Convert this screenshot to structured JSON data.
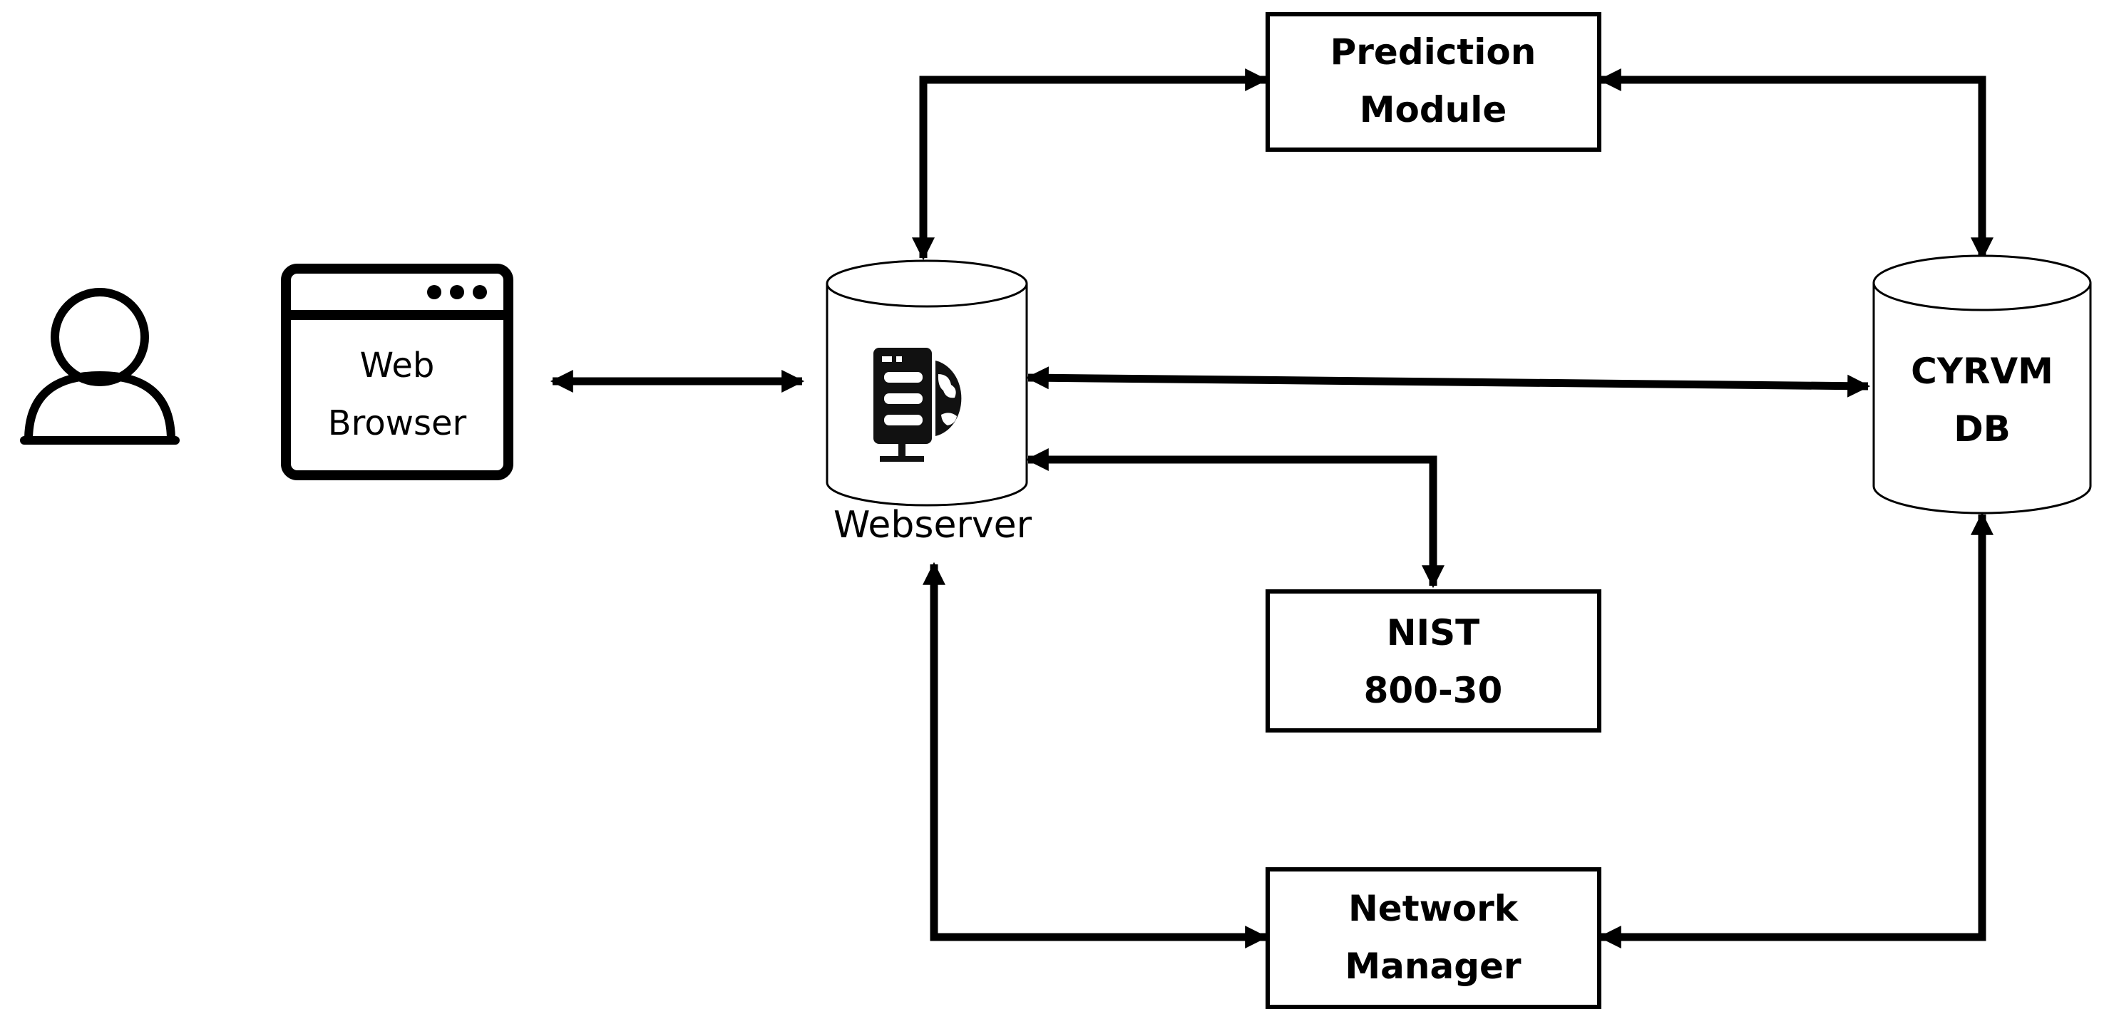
{
  "nodes": {
    "user": {
      "icon": "user-icon"
    },
    "web_browser": {
      "icon": "browser-window-icon",
      "line1": "Web",
      "line2": "Browser"
    },
    "webserver": {
      "icon": "server-globe-icon",
      "label": "Webserver"
    },
    "prediction_module": {
      "line1": "Prediction",
      "line2": "Module"
    },
    "cyrvm_db": {
      "line1": "CYRVM",
      "line2": "DB"
    },
    "nist": {
      "line1": "NIST",
      "line2": "800-30"
    },
    "network_manager": {
      "line1": "Network",
      "line2": "Manager"
    }
  },
  "edges": [
    {
      "from": "web_browser",
      "to": "webserver",
      "direction": "both"
    },
    {
      "from": "webserver",
      "to": "prediction_module",
      "direction": "both"
    },
    {
      "from": "prediction_module",
      "to": "cyrvm_db",
      "direction": "both"
    },
    {
      "from": "webserver",
      "to": "cyrvm_db",
      "direction": "both"
    },
    {
      "from": "webserver",
      "to": "nist",
      "direction": "both"
    },
    {
      "from": "webserver",
      "to": "network_manager",
      "direction": "both"
    },
    {
      "from": "network_manager",
      "to": "cyrvm_db",
      "direction": "both"
    }
  ],
  "colors": {
    "stroke": "#000000",
    "background": "#ffffff"
  }
}
